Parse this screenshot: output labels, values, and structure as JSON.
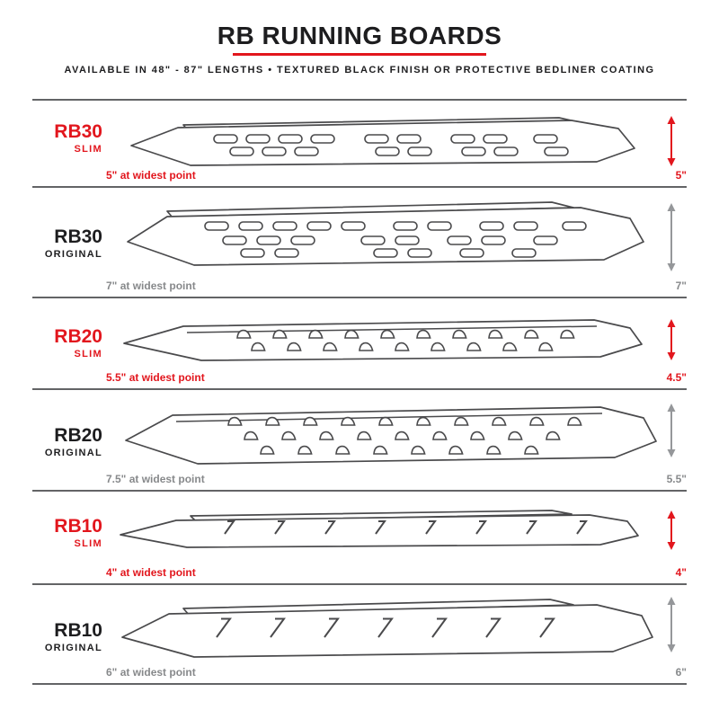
{
  "header": {
    "title": "RB RUNNING BOARDS",
    "subtitle": "AVAILABLE IN 48\" - 87\" LENGTHS  •  TEXTURED BLACK FINISH OR PROTECTIVE BEDLINER COATING"
  },
  "colors": {
    "accent_red": "#e2161d",
    "text_dark": "#1d1d1f",
    "note_gray": "#87898b",
    "drawing_line": "#4a4a4c",
    "divider_gray": "#636466"
  },
  "boards": [
    {
      "model": "RB30",
      "variant": "SLIM",
      "finish": "slim",
      "slot_type": "oval-slots",
      "width_note": "5\" at widest point",
      "height_note": "5\""
    },
    {
      "model": "RB30",
      "variant": "ORIGINAL",
      "finish": "original",
      "slot_type": "oval-slots",
      "width_note": "7\" at widest point",
      "height_note": "7\""
    },
    {
      "model": "RB20",
      "variant": "SLIM",
      "finish": "slim",
      "slot_type": "d-slots",
      "width_note": "5.5\" at widest point",
      "height_note": "4.5\""
    },
    {
      "model": "RB20",
      "variant": "ORIGINAL",
      "finish": "original",
      "slot_type": "d-slots",
      "width_note": "7.5\" at widest point",
      "height_note": "5.5\""
    },
    {
      "model": "RB10",
      "variant": "SLIM",
      "finish": "slim",
      "slot_type": "hash-marks",
      "width_note": "4\" at widest point",
      "height_note": "4\""
    },
    {
      "model": "RB10",
      "variant": "ORIGINAL",
      "finish": "original",
      "slot_type": "hash-marks",
      "width_note": "6\" at widest point",
      "height_note": "6\""
    }
  ]
}
